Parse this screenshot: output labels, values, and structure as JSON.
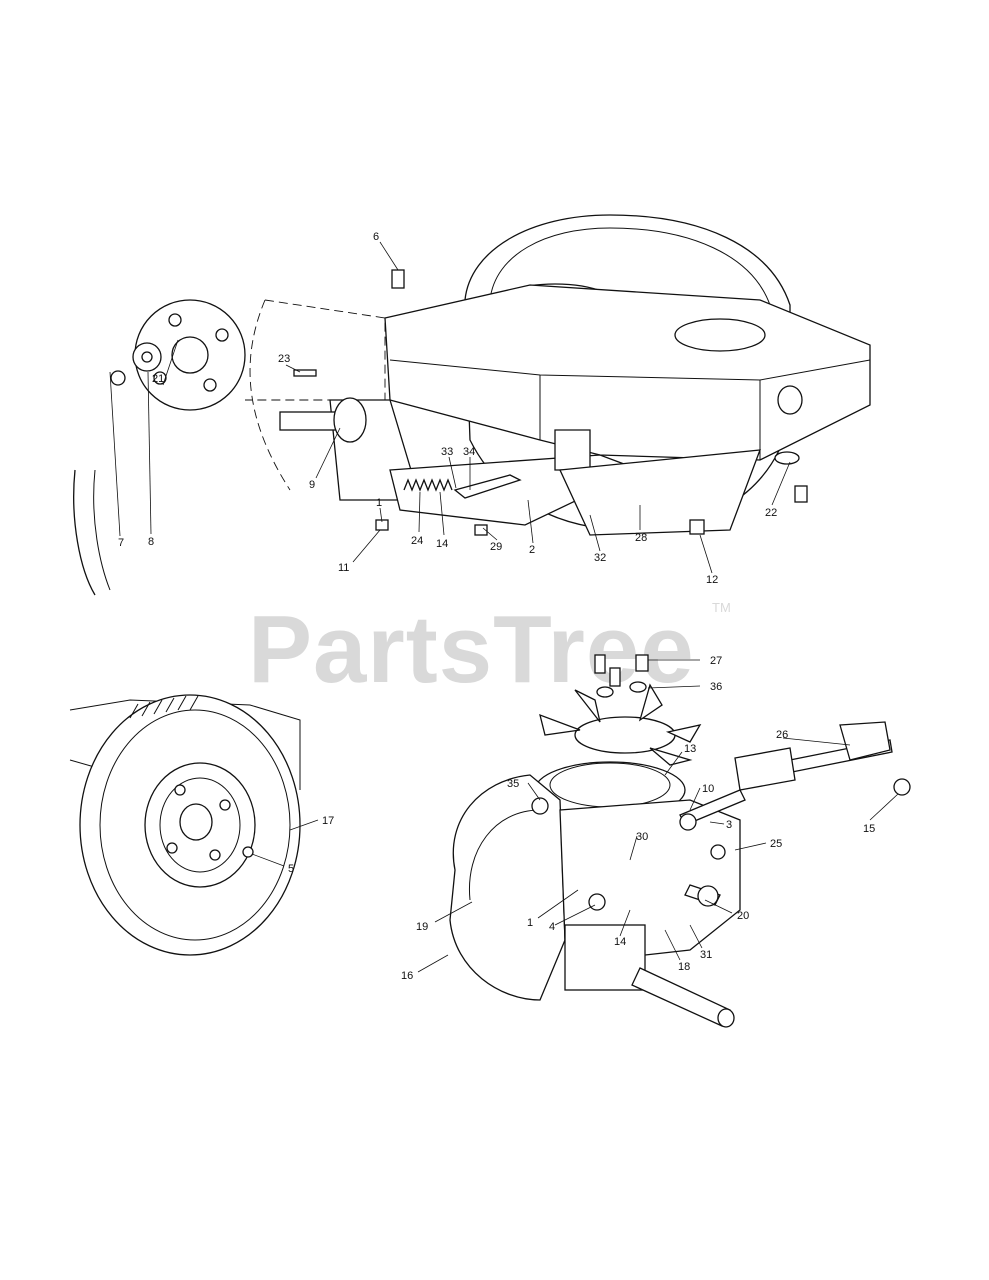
{
  "watermark": {
    "text": "PartsTree",
    "trademark": "TM"
  },
  "callouts": [
    {
      "id": "c6",
      "label": "6"
    },
    {
      "id": "c23",
      "label": "23"
    },
    {
      "id": "c21",
      "label": "21"
    },
    {
      "id": "c9",
      "label": "9"
    },
    {
      "id": "c7",
      "label": "7"
    },
    {
      "id": "c8",
      "label": "8"
    },
    {
      "id": "c1a",
      "label": "1"
    },
    {
      "id": "c11",
      "label": "11"
    },
    {
      "id": "c24",
      "label": "24"
    },
    {
      "id": "c14a",
      "label": "14"
    },
    {
      "id": "c33",
      "label": "33"
    },
    {
      "id": "c34",
      "label": "34"
    },
    {
      "id": "c29",
      "label": "29"
    },
    {
      "id": "c2",
      "label": "2"
    },
    {
      "id": "c32",
      "label": "32"
    },
    {
      "id": "c28",
      "label": "28"
    },
    {
      "id": "c12",
      "label": "12"
    },
    {
      "id": "c22",
      "label": "22"
    },
    {
      "id": "c27",
      "label": "27"
    },
    {
      "id": "c36",
      "label": "36"
    },
    {
      "id": "c26",
      "label": "26"
    },
    {
      "id": "c15",
      "label": "15"
    },
    {
      "id": "c13",
      "label": "13"
    },
    {
      "id": "c10",
      "label": "10"
    },
    {
      "id": "c3",
      "label": "3"
    },
    {
      "id": "c35",
      "label": "35"
    },
    {
      "id": "c30",
      "label": "30"
    },
    {
      "id": "c25",
      "label": "25"
    },
    {
      "id": "c17",
      "label": "17"
    },
    {
      "id": "c5",
      "label": "5"
    },
    {
      "id": "c19",
      "label": "19"
    },
    {
      "id": "c1b",
      "label": "1"
    },
    {
      "id": "c4",
      "label": "4"
    },
    {
      "id": "c14b",
      "label": "14"
    },
    {
      "id": "c20",
      "label": "20"
    },
    {
      "id": "c18",
      "label": "18"
    },
    {
      "id": "c31",
      "label": "31"
    },
    {
      "id": "c16",
      "label": "16"
    }
  ]
}
